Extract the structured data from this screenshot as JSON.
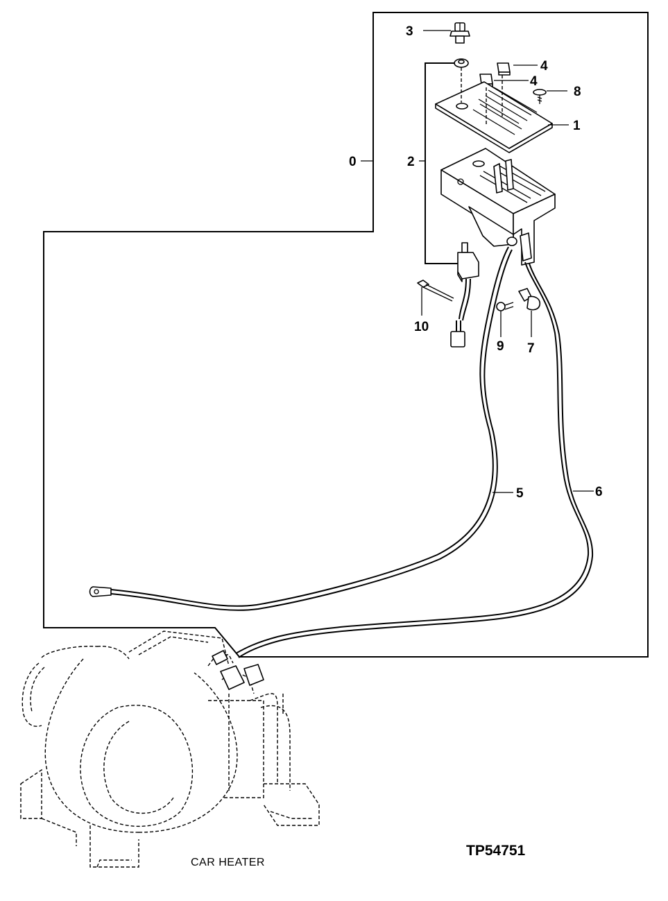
{
  "diagram": {
    "callouts": [
      {
        "id": "c0",
        "label": "0"
      },
      {
        "id": "c1",
        "label": "1"
      },
      {
        "id": "c2",
        "label": "2"
      },
      {
        "id": "c3",
        "label": "3"
      },
      {
        "id": "c4a",
        "label": "4"
      },
      {
        "id": "c4b",
        "label": "4"
      },
      {
        "id": "c5",
        "label": "5"
      },
      {
        "id": "c6",
        "label": "6"
      },
      {
        "id": "c7",
        "label": "7"
      },
      {
        "id": "c8",
        "label": "8"
      },
      {
        "id": "c9",
        "label": "9"
      },
      {
        "id": "c10",
        "label": "10"
      }
    ],
    "caption": "CAR HEATER",
    "reference": "TP54751"
  }
}
